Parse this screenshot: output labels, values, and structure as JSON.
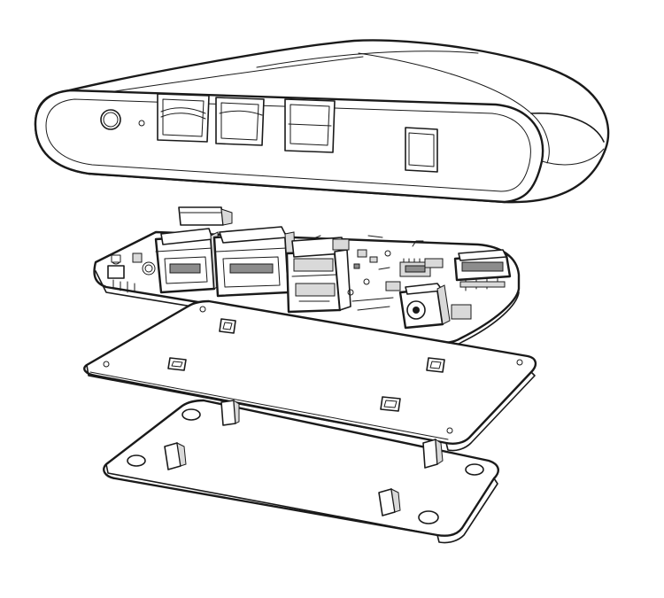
{
  "figure": {
    "parts": [
      {
        "part": "enclosure-top-shell",
        "icon": "device-shell"
      },
      {
        "part": "circuit-board",
        "icon": "pcb"
      },
      {
        "part": "base-plate",
        "icon": "plate"
      },
      {
        "part": "mounting-bracket",
        "icon": "bracket"
      }
    ],
    "colors": {
      "line": "#1a1a1a",
      "fill": "#ffffff",
      "shade": "#d9d9d9"
    }
  }
}
